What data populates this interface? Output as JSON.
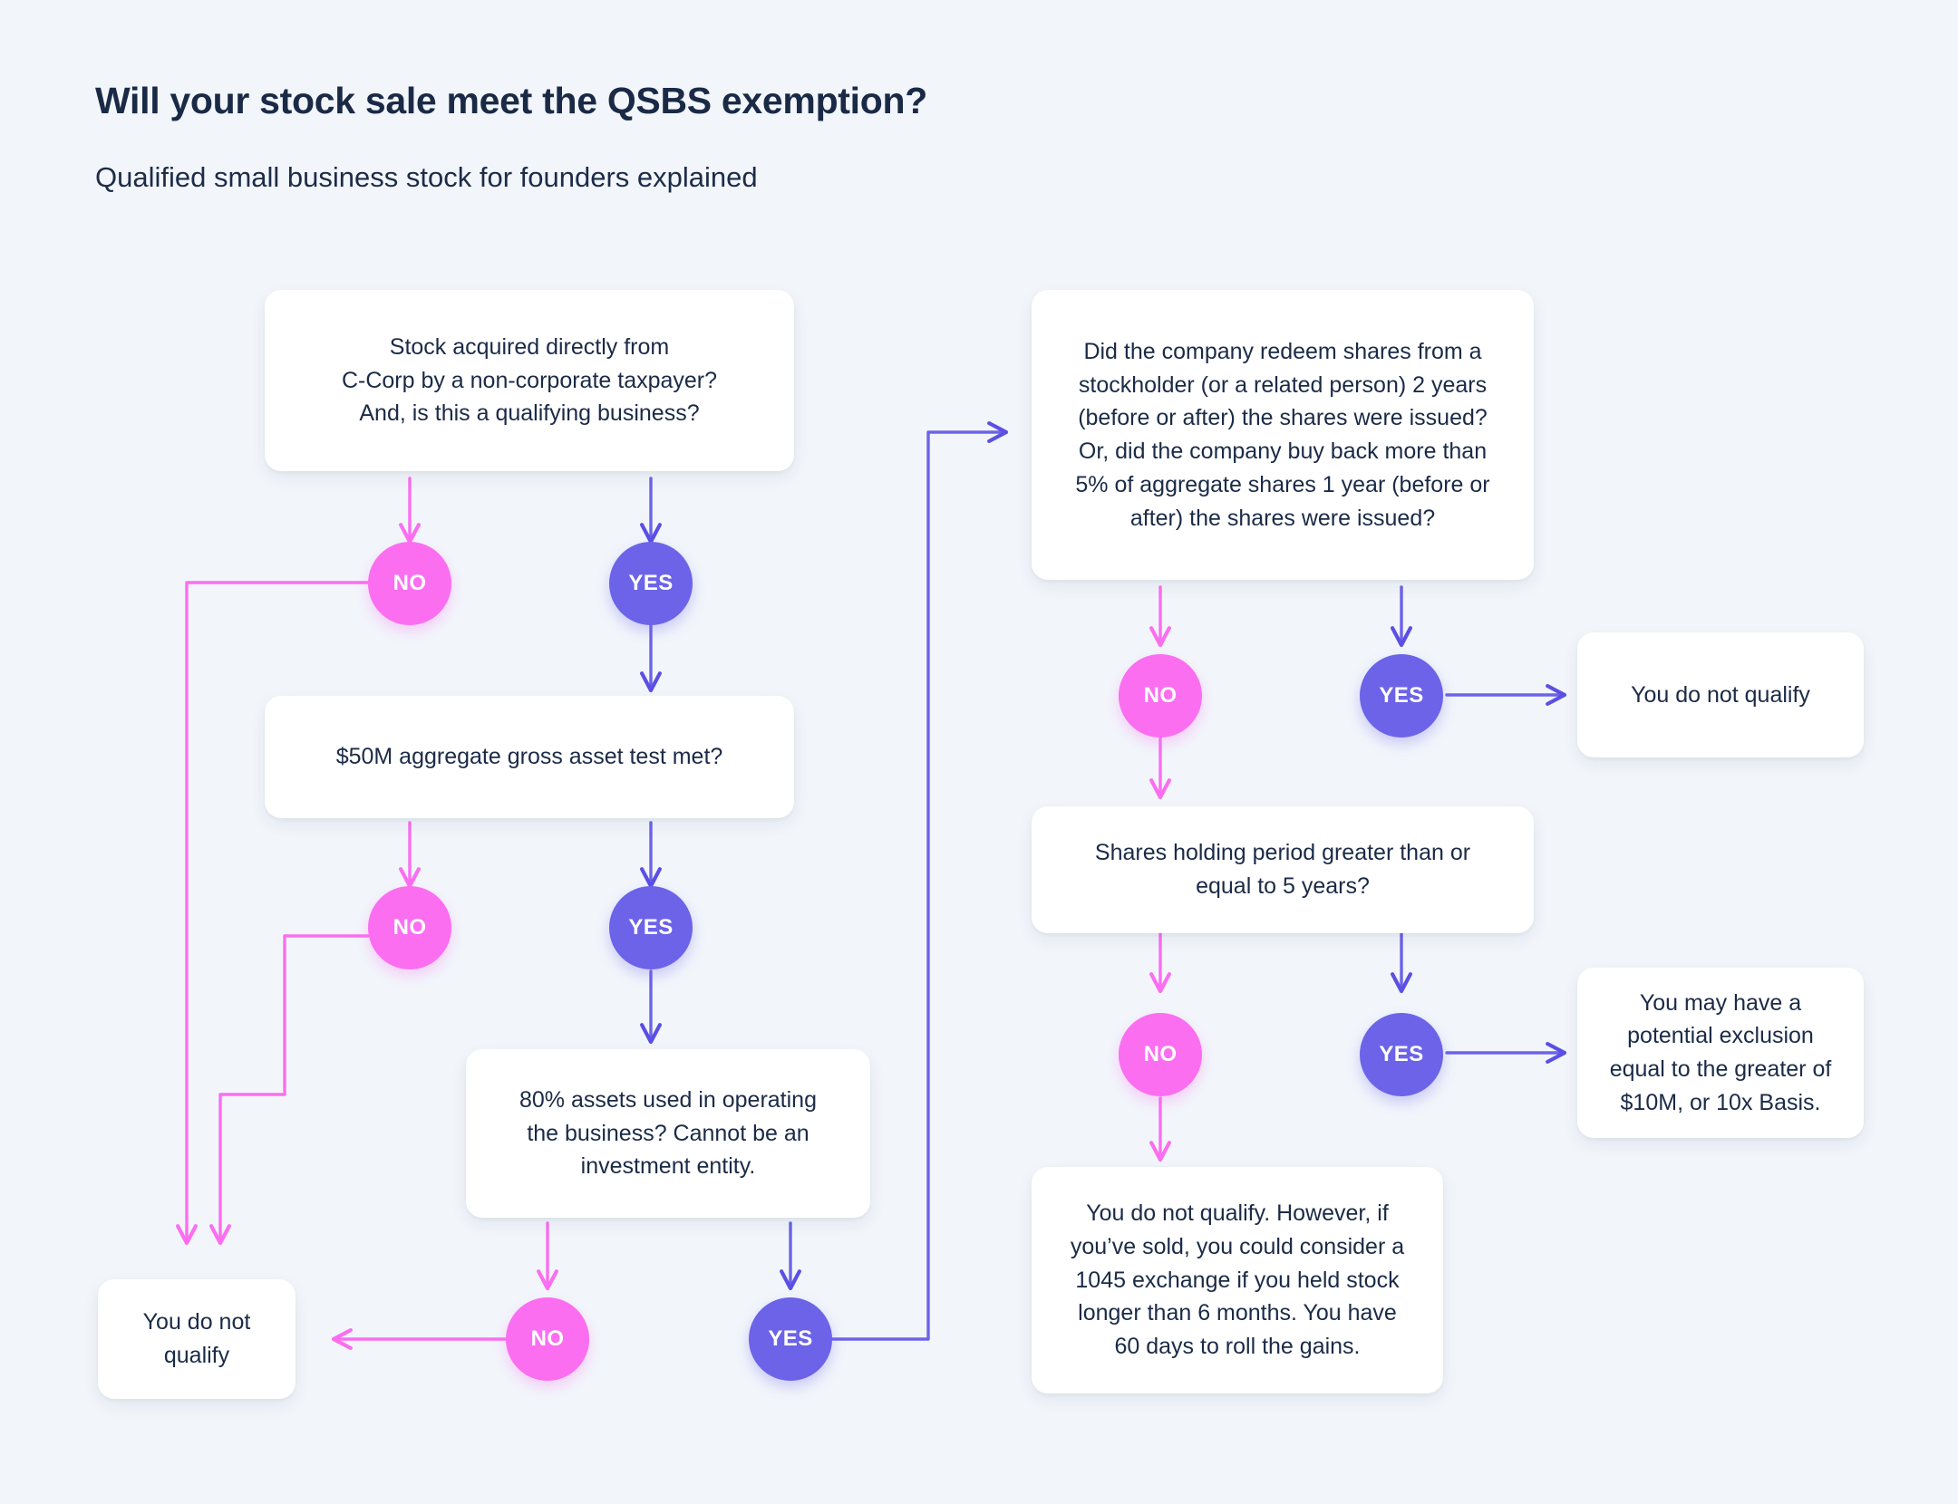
{
  "header": {
    "title": "Will your stock sale meet the QSBS exemption?",
    "subtitle": "Qualified small business stock for founders explained"
  },
  "colors": {
    "background": "#f2f6fb",
    "card": "#ffffff",
    "text": "#1b2b47",
    "no_pink": "#fb6ef0",
    "yes_purple": "#6c63e9"
  },
  "labels": {
    "no": "NO",
    "yes": "YES"
  },
  "nodes": {
    "q1": "Stock acquired directly from\nC-Corp by a non-corporate taxpayer?\nAnd, is this a qualifying business?",
    "q2": "$50M aggregate gross asset test met?",
    "q3": "80% assets used in operating\nthe business? Cannot be an\ninvestment entity.",
    "outcome_left": "You do not qualify",
    "q4": "Did the company redeem shares from a\nstockholder (or a related person) 2 years\n(before or after) the shares were issued?\nOr, did the company buy back more than\n5% of aggregate shares 1 year (before or\nafter) the shares were issued?",
    "outcome_redeem_yes": "You do not qualify",
    "q5": "Shares holding period greater than or\nequal to 5 years?",
    "outcome_holding_yes": "You may have a\npotential exclusion\nequal to the greater of\n$10M, or 10x Basis.",
    "outcome_holding_no": "You do not qualify. However, if\nyou’ve sold, you could consider a\n1045 exchange if you held stock\nlonger than 6 months. You have\n60 days to roll the gains."
  },
  "flow": {
    "edges": [
      {
        "from": "q1",
        "to": "no-1",
        "branch": "no"
      },
      {
        "from": "q1",
        "to": "yes-1",
        "branch": "yes"
      },
      {
        "from": "no-1",
        "to": "outcome_left",
        "branch": "no"
      },
      {
        "from": "yes-1",
        "to": "q2",
        "branch": "yes"
      },
      {
        "from": "q2",
        "to": "no-2",
        "branch": "no"
      },
      {
        "from": "q2",
        "to": "yes-2",
        "branch": "yes"
      },
      {
        "from": "no-2",
        "to": "outcome_left",
        "branch": "no"
      },
      {
        "from": "yes-2",
        "to": "q3",
        "branch": "yes"
      },
      {
        "from": "q3",
        "to": "no-3",
        "branch": "no"
      },
      {
        "from": "q3",
        "to": "yes-3",
        "branch": "yes"
      },
      {
        "from": "no-3",
        "to": "outcome_left",
        "branch": "no"
      },
      {
        "from": "yes-3",
        "to": "q4",
        "branch": "yes"
      },
      {
        "from": "q4",
        "to": "no-4",
        "branch": "no"
      },
      {
        "from": "q4",
        "to": "yes-4",
        "branch": "yes"
      },
      {
        "from": "yes-4",
        "to": "outcome_redeem_yes",
        "branch": "yes"
      },
      {
        "from": "no-4",
        "to": "q5",
        "branch": "no"
      },
      {
        "from": "q5",
        "to": "no-5",
        "branch": "no"
      },
      {
        "from": "q5",
        "to": "yes-5",
        "branch": "yes"
      },
      {
        "from": "yes-5",
        "to": "outcome_holding_yes",
        "branch": "yes"
      },
      {
        "from": "no-5",
        "to": "outcome_holding_no",
        "branch": "no"
      }
    ]
  }
}
